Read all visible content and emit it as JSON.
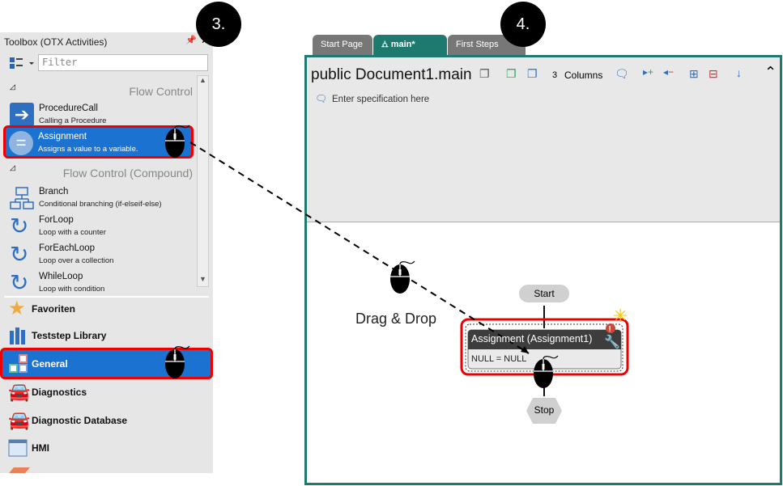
{
  "toolbox": {
    "title": "Toolbox (OTX Activities)",
    "filter_placeholder": "Filter",
    "groups": [
      "Flow Control",
      "Flow Control (Compound)"
    ],
    "items": [
      {
        "name": "ProcedureCall",
        "desc": "Calling a Procedure"
      },
      {
        "name": "Assignment",
        "desc": "Assigns a value to a variable."
      },
      {
        "name": "Branch",
        "desc": "Conditional branching (if-elseif-else)"
      },
      {
        "name": "ForLoop",
        "desc": "Loop with a counter"
      },
      {
        "name": "ForEachLoop",
        "desc": "Loop over a collection"
      },
      {
        "name": "WhileLoop",
        "desc": "Loop with condition"
      }
    ],
    "categories": [
      "Favoriten",
      "Teststep Library",
      "General",
      "Diagnostics",
      "Diagnostic Database",
      "HMI"
    ]
  },
  "badges": [
    "3.",
    "4."
  ],
  "tabs": [
    "Start Page",
    "main*",
    "First Steps"
  ],
  "editor": {
    "title": "public Document1.main",
    "columns_count": "3",
    "columns_label": "Columns",
    "spec_placeholder": "Enter specification here"
  },
  "flow": {
    "start": "Start",
    "node_title": "Assignment (Assignment1)",
    "node_body": "NULL = NULL",
    "stop": "Stop"
  },
  "annotation": "Drag & Drop"
}
